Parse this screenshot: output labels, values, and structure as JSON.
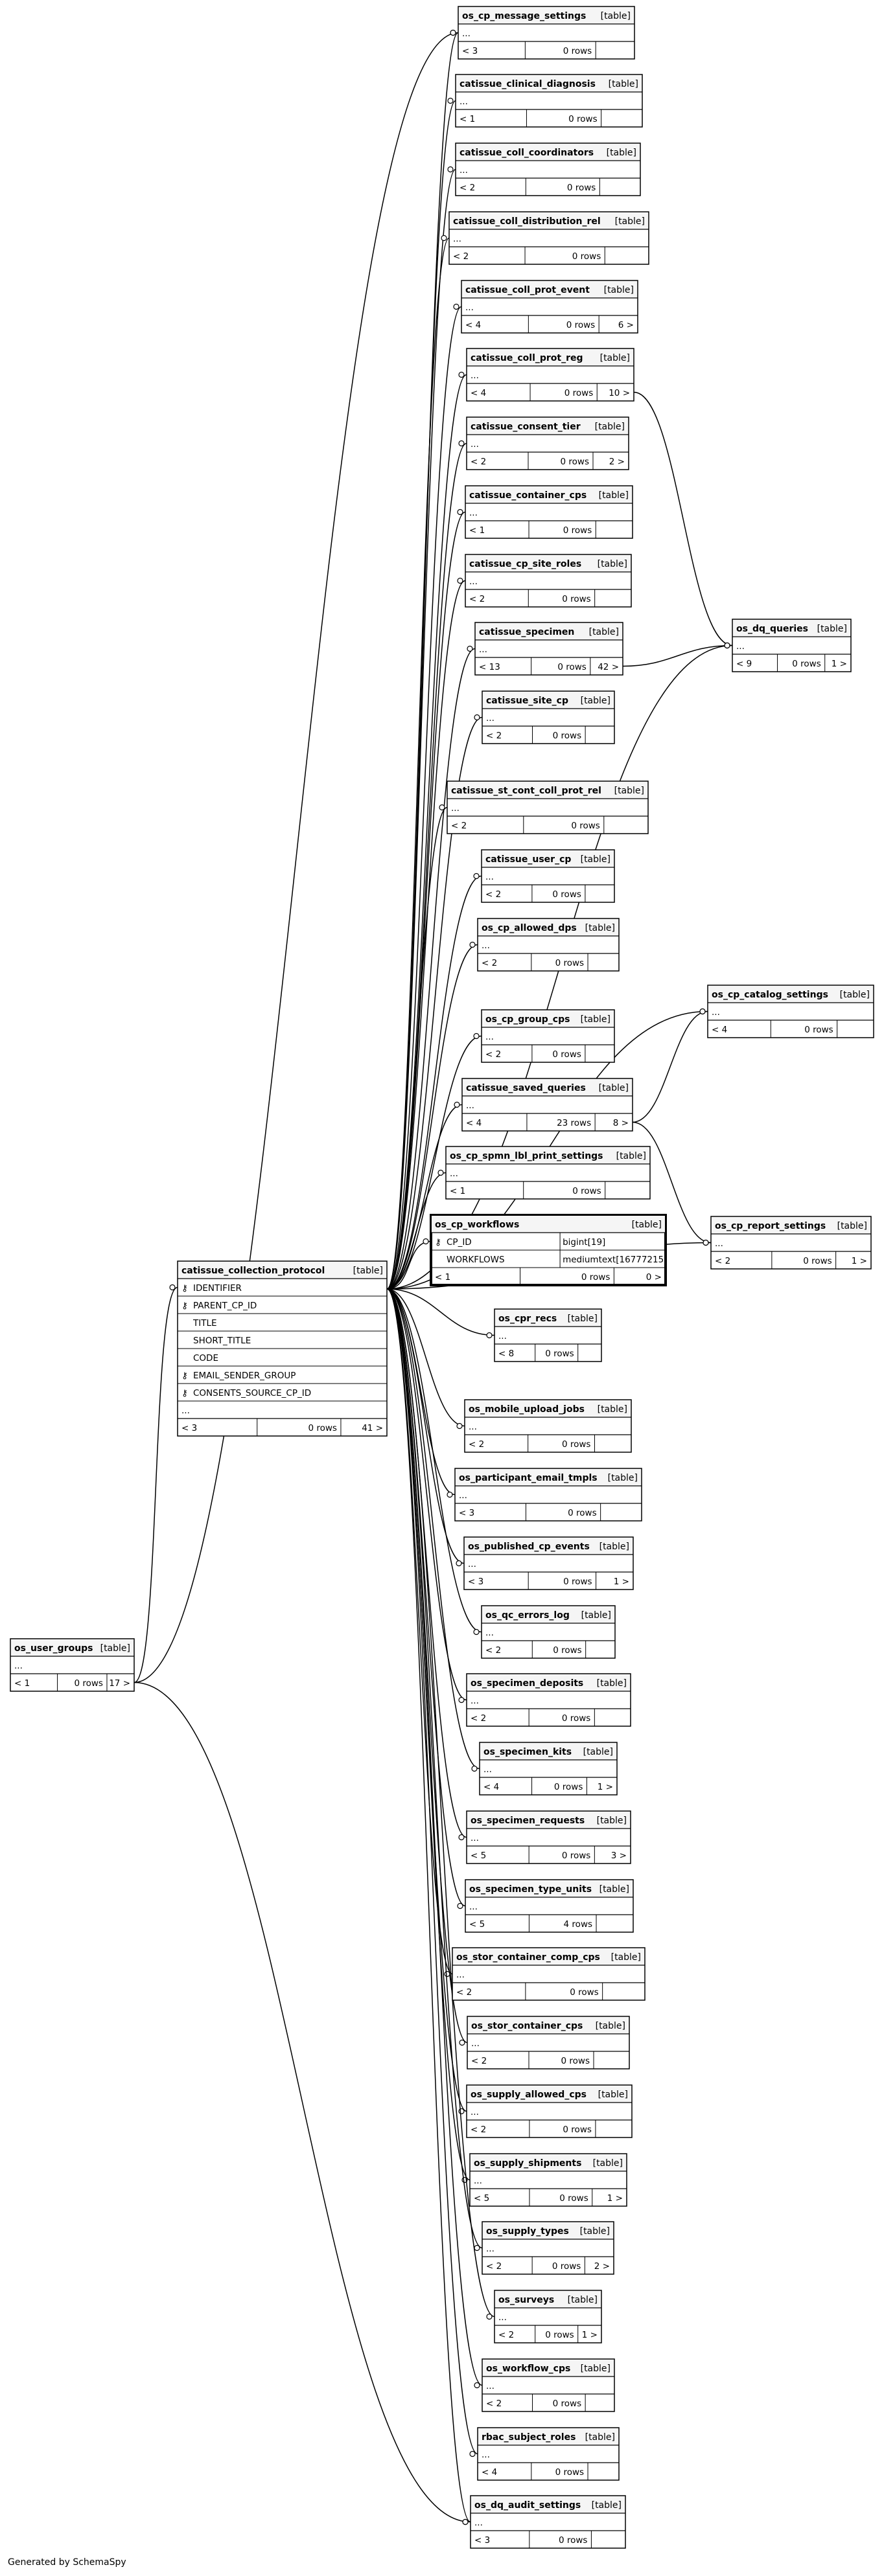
{
  "tables": [
    {
      "id": "os_cp_message_settings",
      "kind": "[table]",
      "rows_ellipsis": "...",
      "children": "< 3",
      "rows": "0 rows",
      "parents": ""
    },
    {
      "id": "catissue_clinical_diagnosis",
      "kind": "[table]",
      "rows_ellipsis": "...",
      "children": "< 1",
      "rows": "0 rows",
      "parents": ""
    },
    {
      "id": "catissue_coll_coordinators",
      "kind": "[table]",
      "rows_ellipsis": "...",
      "children": "< 2",
      "rows": "0 rows",
      "parents": ""
    },
    {
      "id": "catissue_coll_distribution_rel",
      "kind": "[table]",
      "rows_ellipsis": "...",
      "children": "< 2",
      "rows": "0 rows",
      "parents": ""
    },
    {
      "id": "catissue_coll_prot_event",
      "kind": "[table]",
      "rows_ellipsis": "...",
      "children": "< 4",
      "rows": "0 rows",
      "parents": "6 >"
    },
    {
      "id": "catissue_coll_prot_reg",
      "kind": "[table]",
      "rows_ellipsis": "...",
      "children": "< 4",
      "rows": "0 rows",
      "parents": "10 >"
    },
    {
      "id": "catissue_consent_tier",
      "kind": "[table]",
      "rows_ellipsis": "...",
      "children": "< 2",
      "rows": "0 rows",
      "parents": "2 >"
    },
    {
      "id": "catissue_container_cps",
      "kind": "[table]",
      "rows_ellipsis": "...",
      "children": "< 1",
      "rows": "0 rows",
      "parents": ""
    },
    {
      "id": "catissue_cp_site_roles",
      "kind": "[table]",
      "rows_ellipsis": "...",
      "children": "< 2",
      "rows": "0 rows",
      "parents": ""
    },
    {
      "id": "catissue_specimen",
      "kind": "[table]",
      "rows_ellipsis": "...",
      "children": "< 13",
      "rows": "0 rows",
      "parents": "42 >"
    },
    {
      "id": "catissue_site_cp",
      "kind": "[table]",
      "rows_ellipsis": "...",
      "children": "< 2",
      "rows": "0 rows",
      "parents": ""
    },
    {
      "id": "catissue_st_cont_coll_prot_rel",
      "kind": "[table]",
      "rows_ellipsis": "...",
      "children": "< 2",
      "rows": "0 rows",
      "parents": ""
    },
    {
      "id": "catissue_user_cp",
      "kind": "[table]",
      "rows_ellipsis": "...",
      "children": "< 2",
      "rows": "0 rows",
      "parents": ""
    },
    {
      "id": "os_cp_allowed_dps",
      "kind": "[table]",
      "rows_ellipsis": "...",
      "children": "< 2",
      "rows": "0 rows",
      "parents": ""
    },
    {
      "id": "os_cp_group_cps",
      "kind": "[table]",
      "rows_ellipsis": "...",
      "children": "< 2",
      "rows": "0 rows",
      "parents": ""
    },
    {
      "id": "catissue_saved_queries",
      "kind": "[table]",
      "rows_ellipsis": "...",
      "children": "< 4",
      "rows": "23 rows",
      "parents": "8 >"
    },
    {
      "id": "os_cp_spmn_lbl_print_settings",
      "kind": "[table]",
      "rows_ellipsis": "...",
      "children": "< 1",
      "rows": "0 rows",
      "parents": ""
    },
    {
      "id": "os_cp_workflows",
      "kind": "[table]",
      "rows_ellipsis": "",
      "children": "< 1",
      "rows": "0 rows",
      "parents": "0 >",
      "columns": [
        {
          "name": "CP_ID",
          "type": "bigint[19]",
          "key": "fk"
        },
        {
          "name": "WORKFLOWS",
          "type": "mediumtext[16777215]",
          "key": ""
        }
      ]
    },
    {
      "id": "os_cpr_recs",
      "kind": "[table]",
      "rows_ellipsis": "...",
      "children": "< 8",
      "rows": "0 rows",
      "parents": ""
    },
    {
      "id": "os_mobile_upload_jobs",
      "kind": "[table]",
      "rows_ellipsis": "...",
      "children": "< 2",
      "rows": "0 rows",
      "parents": ""
    },
    {
      "id": "os_participant_email_tmpls",
      "kind": "[table]",
      "rows_ellipsis": "...",
      "children": "< 3",
      "rows": "0 rows",
      "parents": ""
    },
    {
      "id": "os_published_cp_events",
      "kind": "[table]",
      "rows_ellipsis": "...",
      "children": "< 3",
      "rows": "0 rows",
      "parents": "1 >"
    },
    {
      "id": "os_qc_errors_log",
      "kind": "[table]",
      "rows_ellipsis": "...",
      "children": "< 2",
      "rows": "0 rows",
      "parents": ""
    },
    {
      "id": "os_specimen_deposits",
      "kind": "[table]",
      "rows_ellipsis": "...",
      "children": "< 2",
      "rows": "0 rows",
      "parents": ""
    },
    {
      "id": "os_specimen_kits",
      "kind": "[table]",
      "rows_ellipsis": "...",
      "children": "< 4",
      "rows": "0 rows",
      "parents": "1 >"
    },
    {
      "id": "os_specimen_requests",
      "kind": "[table]",
      "rows_ellipsis": "...",
      "children": "< 5",
      "rows": "0 rows",
      "parents": "3 >"
    },
    {
      "id": "os_specimen_type_units",
      "kind": "[table]",
      "rows_ellipsis": "...",
      "children": "< 5",
      "rows": "4 rows",
      "parents": ""
    },
    {
      "id": "os_stor_container_comp_cps",
      "kind": "[table]",
      "rows_ellipsis": "...",
      "children": "< 2",
      "rows": "0 rows",
      "parents": ""
    },
    {
      "id": "os_stor_container_cps",
      "kind": "[table]",
      "rows_ellipsis": "...",
      "children": "< 2",
      "rows": "0 rows",
      "parents": ""
    },
    {
      "id": "os_supply_allowed_cps",
      "kind": "[table]",
      "rows_ellipsis": "...",
      "children": "< 2",
      "rows": "0 rows",
      "parents": ""
    },
    {
      "id": "os_supply_shipments",
      "kind": "[table]",
      "rows_ellipsis": "...",
      "children": "< 5",
      "rows": "0 rows",
      "parents": "1 >"
    },
    {
      "id": "os_supply_types",
      "kind": "[table]",
      "rows_ellipsis": "...",
      "children": "< 2",
      "rows": "0 rows",
      "parents": "2 >"
    },
    {
      "id": "os_surveys",
      "kind": "[table]",
      "rows_ellipsis": "...",
      "children": "< 2",
      "rows": "0 rows",
      "parents": "1 >"
    },
    {
      "id": "os_workflow_cps",
      "kind": "[table]",
      "rows_ellipsis": "...",
      "children": "< 2",
      "rows": "0 rows",
      "parents": ""
    },
    {
      "id": "rbac_subject_roles",
      "kind": "[table]",
      "rows_ellipsis": "...",
      "children": "< 4",
      "rows": "0 rows",
      "parents": ""
    },
    {
      "id": "os_dq_audit_settings",
      "kind": "[table]",
      "rows_ellipsis": "...",
      "children": "< 3",
      "rows": "0 rows",
      "parents": ""
    },
    {
      "id": "catissue_collection_protocol",
      "kind": "[table]",
      "rows_ellipsis": "...",
      "children": "< 3",
      "rows": "0 rows",
      "parents": "41 >",
      "columns": [
        {
          "name": "IDENTIFIER",
          "type": "",
          "key": "pk"
        },
        {
          "name": "PARENT_CP_ID",
          "type": "",
          "key": "fk"
        },
        {
          "name": "TITLE",
          "type": "",
          "key": ""
        },
        {
          "name": "SHORT_TITLE",
          "type": "",
          "key": ""
        },
        {
          "name": "CODE",
          "type": "",
          "key": ""
        },
        {
          "name": "EMAIL_SENDER_GROUP",
          "type": "",
          "key": "fk"
        },
        {
          "name": "CONSENTS_SOURCE_CP_ID",
          "type": "",
          "key": "fk"
        }
      ]
    },
    {
      "id": "os_user_groups",
      "kind": "[table]",
      "rows_ellipsis": "...",
      "children": "< 1",
      "rows": "0 rows",
      "parents": "17 >"
    },
    {
      "id": "os_dq_queries",
      "kind": "[table]",
      "rows_ellipsis": "...",
      "children": "< 9",
      "rows": "0 rows",
      "parents": "1 >"
    },
    {
      "id": "os_cp_catalog_settings",
      "kind": "[table]",
      "rows_ellipsis": "...",
      "children": "< 4",
      "rows": "0 rows",
      "parents": ""
    },
    {
      "id": "os_cp_report_settings",
      "kind": "[table]",
      "rows_ellipsis": "...",
      "children": "< 2",
      "rows": "0 rows",
      "parents": "1 >"
    }
  ],
  "relationships": [
    {
      "from": "catissue_specimen",
      "to": "os_dq_queries"
    },
    {
      "from": "catissue_coll_prot_reg",
      "to": "os_dq_queries"
    },
    {
      "from": "catissue_collection_protocol",
      "to": "os_dq_queries"
    },
    {
      "from": "catissue_collection_protocol",
      "to": "os_cp_catalog_settings"
    },
    {
      "from": "catissue_saved_queries",
      "to": "os_cp_catalog_settings"
    },
    {
      "from": "catissue_saved_queries",
      "to": "os_cp_report_settings"
    },
    {
      "from": "catissue_collection_protocol",
      "to": "os_cp_report_settings"
    },
    {
      "from": "os_user_groups",
      "to": "os_cp_message_settings"
    },
    {
      "from": "os_user_groups",
      "to": "catissue_collection_protocol"
    },
    {
      "from": "os_user_groups",
      "to": "os_dq_audit_settings"
    }
  ],
  "footer": "Generated by SchemaSpy"
}
